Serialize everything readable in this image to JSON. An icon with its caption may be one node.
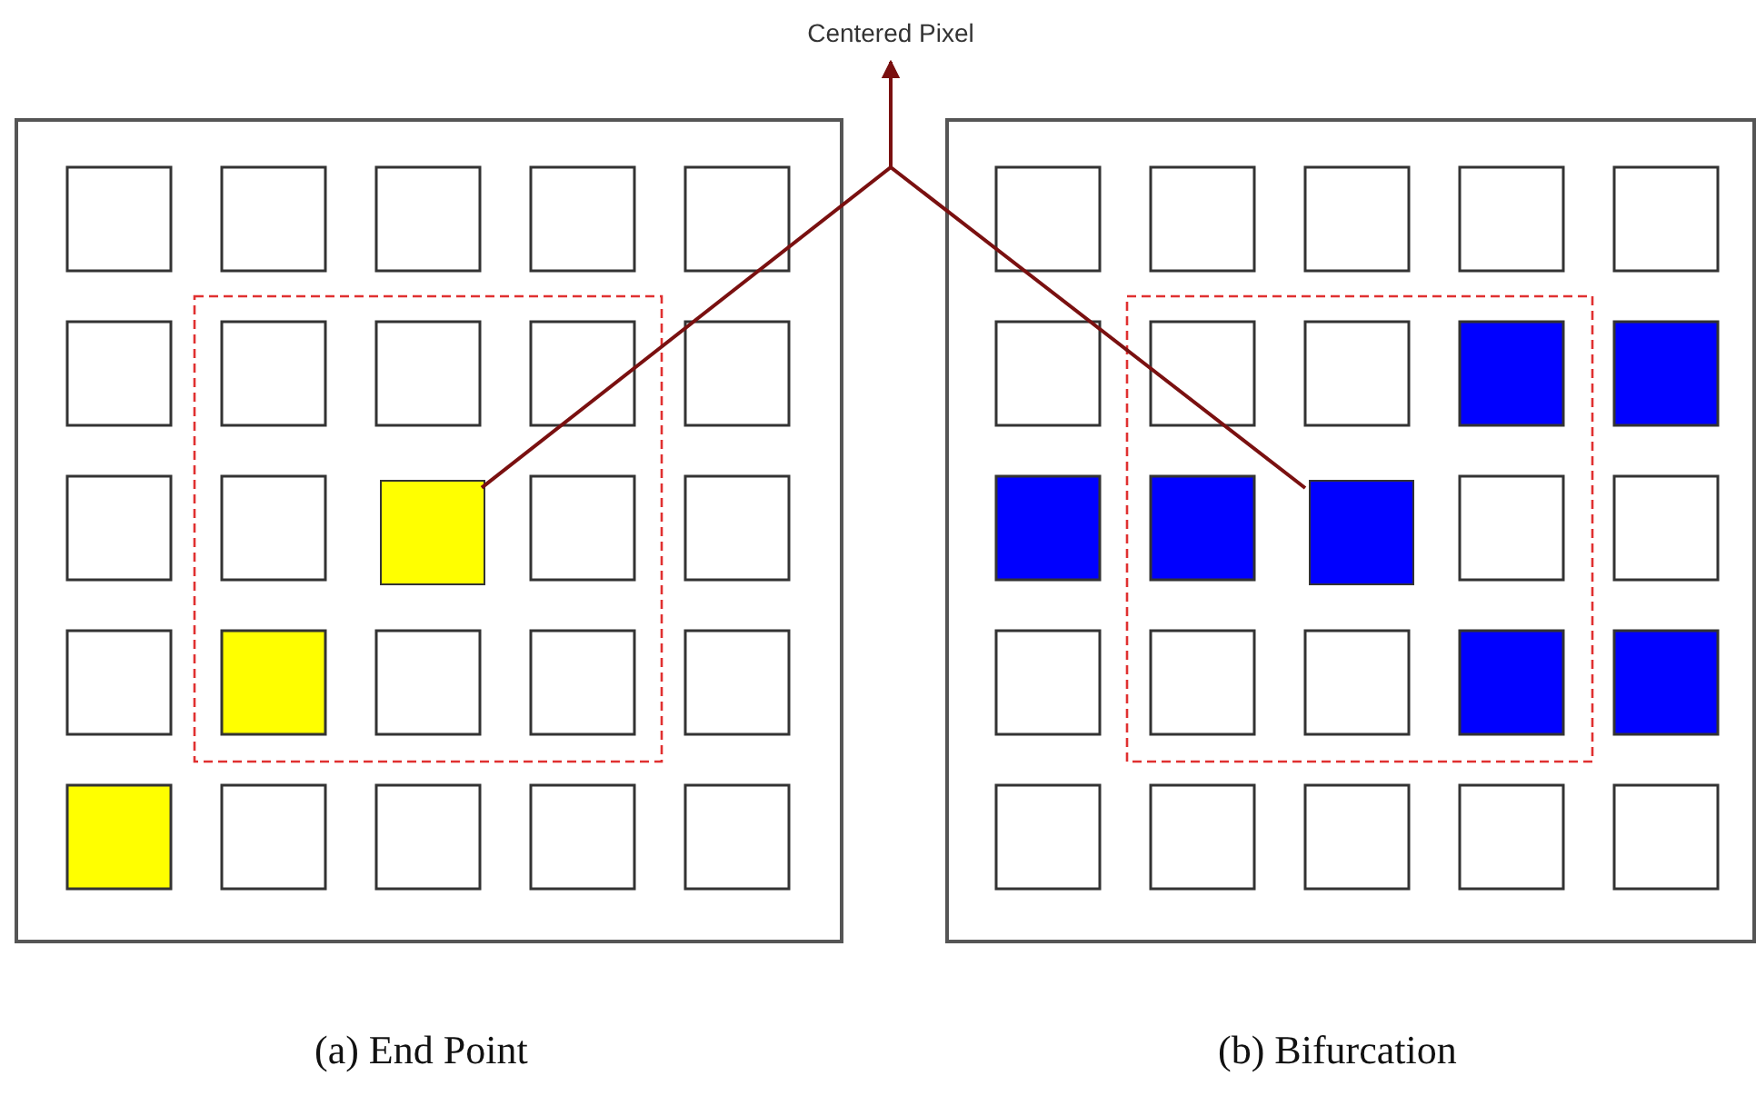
{
  "diagram": {
    "nodes": [
      {
        "text": [
          "Centered Pixel"
        ]
      },
      {
        "text": [],
        "shape": "box",
        "beside": [
          "(a) End Point"
        ]
      },
      {
        "text": [],
        "shape": "box",
        "in": 1
      },
      {
        "text": [],
        "shape": "box",
        "beside": [
          "(b) Bifurcation"
        ]
      },
      {
        "text": [],
        "shape": "box",
        "in": 3
      }
    ],
    "edges": [
      {
        "from": 2,
        "to": 0,
        "arrow": "to"
      },
      {
        "from": 4,
        "to": 0,
        "arrow": "to"
      }
    ]
  }
}
